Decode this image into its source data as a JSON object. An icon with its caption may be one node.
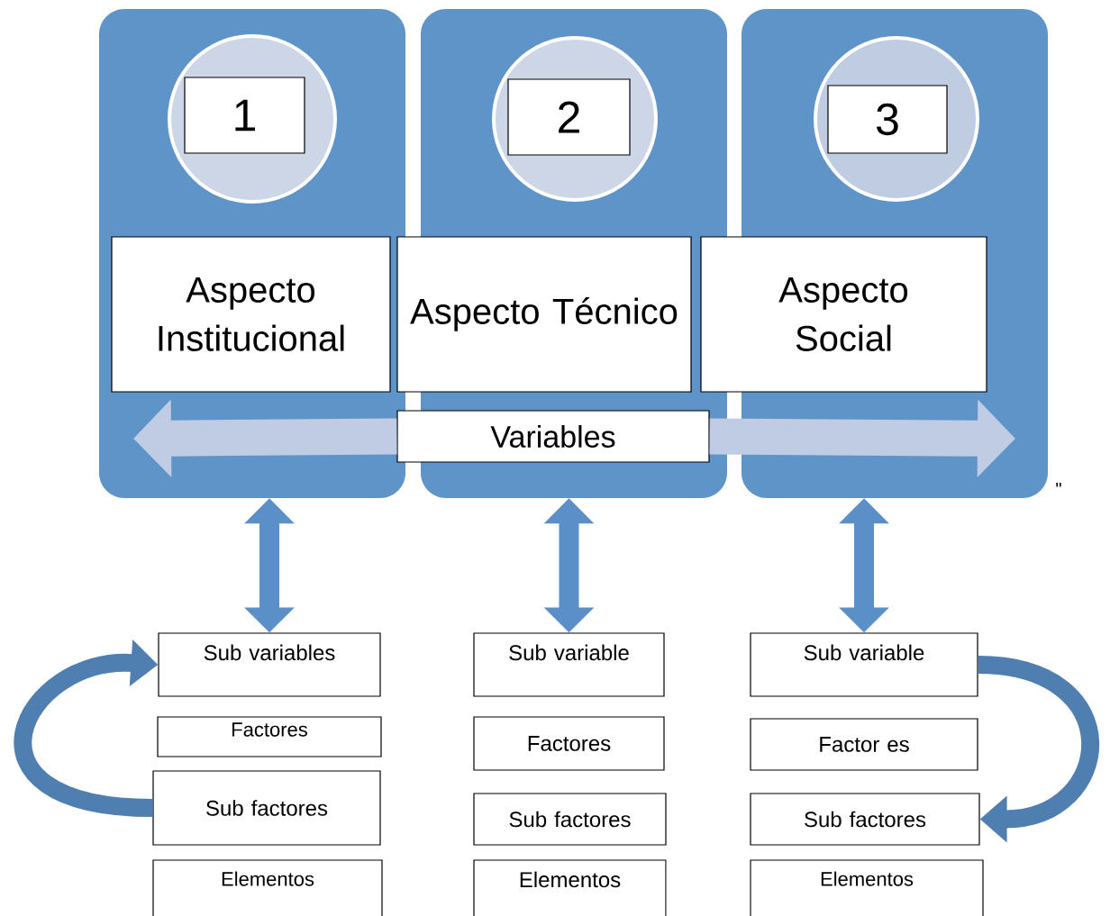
{
  "diagram": {
    "nodes": [
      {
        "text": [],
        "shape": "box"
      },
      {
        "text": [],
        "shape": "circle",
        "in": 0
      },
      {
        "text": [
          "1"
        ],
        "in": 1
      },
      {
        "text": [
          "Aspecto Institucional"
        ],
        "in": 0
      },
      {
        "text": [],
        "shape": "box"
      },
      {
        "text": [],
        "shape": "circle",
        "in": 4
      },
      {
        "text": [
          "2"
        ],
        "in": 5
      },
      {
        "text": [
          "Aspecto Técnico"
        ]
      },
      {
        "text": [],
        "shape": "box"
      },
      {
        "text": [],
        "shape": "circle",
        "in": 8
      },
      {
        "text": [
          "3"
        ],
        "in": 9
      },
      {
        "text": [
          "Aspecto Social"
        ]
      },
      {
        "text": [
          "Variables"
        ]
      },
      {
        "text": [
          "Sub  variables"
        ]
      },
      {
        "text": [
          "Factores"
        ]
      },
      {
        "text": [
          "Sub factores"
        ]
      },
      {
        "text": [
          "Elementos"
        ]
      },
      {
        "text": [
          "Sub  variable"
        ]
      },
      {
        "text": [
          "Factores"
        ]
      },
      {
        "text": [
          "Sub factores"
        ]
      },
      {
        "text": [
          "Elementos"
        ]
      },
      {
        "text": [
          "Sub  variable"
        ]
      },
      {
        "text": [
          "Factor es"
        ]
      },
      {
        "text": [
          "Sub factores"
        ]
      },
      {
        "text": [
          "Elementos"
        ]
      }
    ],
    "edges": [
      {
        "from": 0,
        "to": 13,
        "arrow": "both"
      },
      {
        "from": 4,
        "to": 17,
        "arrow": "both"
      },
      {
        "from": 8,
        "to": 21,
        "arrow": "both"
      },
      {
        "from": 15,
        "to": 13,
        "arrow": "to"
      },
      {
        "from": 21,
        "to": 23,
        "arrow": "to"
      },
      {
        "from": 12,
        "to": null,
        "arrow": "to",
        "style": "thick",
        "color": "#bfcce3"
      },
      {
        "from": 12,
        "to": null,
        "arrow": "to",
        "style": "thick",
        "color": "#bfcce3"
      }
    ],
    "labels": [
      "\""
    ]
  }
}
